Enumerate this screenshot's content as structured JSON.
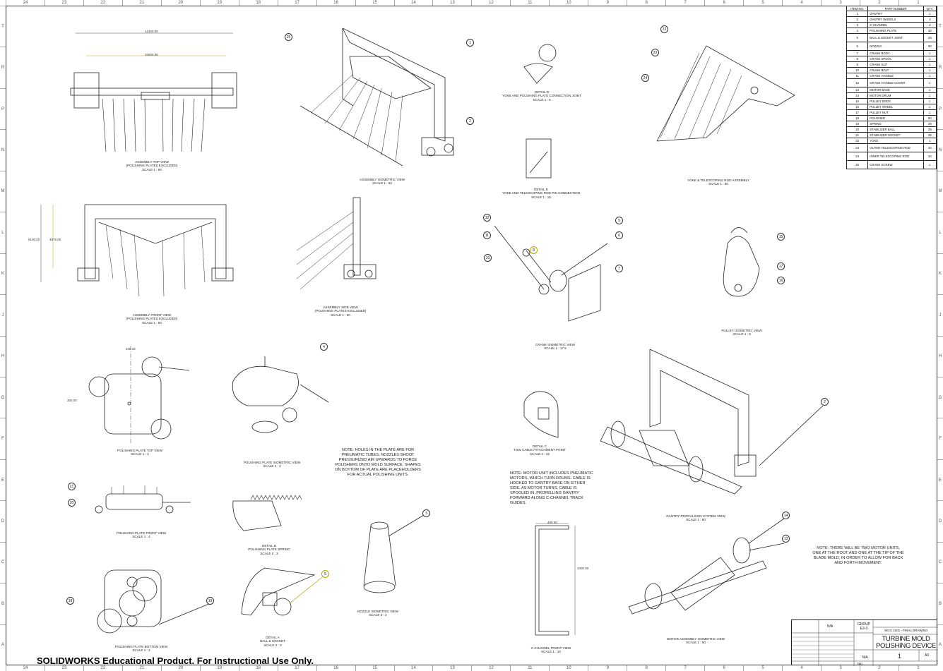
{
  "zones": {
    "columns": [
      "24",
      "23",
      "22",
      "21",
      "20",
      "19",
      "18",
      "17",
      "16",
      "15",
      "14",
      "13",
      "12",
      "11",
      "10",
      "9",
      "8",
      "7",
      "6",
      "5",
      "4",
      "3",
      "2",
      "1"
    ],
    "rows": [
      "T",
      "R",
      "P",
      "N",
      "M",
      "L",
      "K",
      "J",
      "H",
      "G",
      "F",
      "E",
      "D",
      "C",
      "B",
      "A"
    ]
  },
  "views": [
    {
      "lines": [
        "ASSEMBLY TOP VIEW",
        "(POLISHING PLATES EXCLUDED)",
        "SCALE 1 : 60"
      ]
    },
    {
      "lines": [
        "ASSEMBLY ISOMETRIC VIEW",
        "SCALE 1 : 60"
      ]
    },
    {
      "lines": [
        "DETAIL D",
        "YOKE AND POLISHING PLATE CONNECTION JOINT",
        "SCALE 1 : 5"
      ]
    },
    {
      "lines": [
        "DETAIL E",
        "YOKE AND TELESCOPING ROD PIN CONNECTION",
        "SCALE 1 : 15"
      ]
    },
    {
      "lines": [
        "YOKE & TELESCOPING ROD ASSEMBLY",
        "SCALE 1 : 50"
      ]
    },
    {
      "lines": [
        "ASSEMBLY FRONT VIEW",
        "(POLISHING PLATES EXCLUDED)",
        "SCALE 1 : 60"
      ]
    },
    {
      "lines": [
        "ASSEMBLY SIDE VIEW",
        "(POLISHING PLATES EXCLUDED)",
        "SCALE 1 : 60"
      ]
    },
    {
      "lines": [
        "CRANK ISOMETRIC VIEW",
        "SCALE 1 : 17.5"
      ]
    },
    {
      "lines": [
        "PULLEY ISOMETRIC VIEW",
        "SCALE 1 : 8"
      ]
    },
    {
      "lines": [
        "POLISHING PLATE TOP VIEW",
        "SCALE 1 : 4"
      ]
    },
    {
      "lines": [
        "POLISHING PLATE ISOMETRIC VIEW",
        "SCALE 1 : 4"
      ]
    },
    {
      "lines": [
        "DETAIL C",
        "TOW CABLE ATTACHMENT POINT",
        "SCALE 1 : 15"
      ]
    },
    {
      "lines": [
        "GANTRY PROPULSION SYSTEM VIEW",
        "SCALE 1 : 60"
      ]
    },
    {
      "lines": [
        "POLISHING PLATE FRONT VIEW",
        "SCALE 1 : 4"
      ]
    },
    {
      "lines": [
        "DETAIL B",
        "POLISHING PLATE SPRING",
        "SCALE 2 : 3"
      ]
    },
    {
      "lines": [
        "NOZZLE ISOMETRIC VIEW",
        "SCALE 3 : 2"
      ]
    },
    {
      "lines": [
        "MOTOR ASSEMBLY ISOMETRIC VIEW",
        "SCALE 1 : 60"
      ]
    },
    {
      "lines": [
        "POLISHING PLATE BOTTOM VIEW",
        "SCALE 1 : 4"
      ]
    },
    {
      "lines": [
        "DETAIL A",
        "BALL & SOCKET",
        "SCALE 2 : 3"
      ]
    },
    {
      "lines": [
        "C-CHANNEL FRONT VIEW",
        "SCALE 1 : 10"
      ]
    }
  ],
  "notes": {
    "plate": "NOTE: HOLES IN THE PLATE ARE FOR PNEUMATIC TUBES. NOZZLES SHOOT PRESSURIZED AIR UPWARDS TO FORCE POLISHERS ONTO MOLD SURFACE. SHAPES ON BOTTOM OF PLATE ARE PLACEHOLDERS FOR ACTUAL POLISHING UNITS.",
    "motor": "NOTE: MOTOR UNIT INCLUDES PNEUMATIC MOTORS, WHICH TURN DRUMS. CABLE IS HOOKED TO GANTRY BASE ON EITHER SIDE. AS MOTOR TURNS, CABLE IS SPOOLED IN, PROPELLING GANTRY FORWARD ALONG C-CHANNEL TRACK GUIDES.",
    "units": "NOTE: THERE WILL BE TWO MOTOR UNITS, ONE AT THE ROOT AND ONE AT THE TIP OF THE BLADE MOLD, IN ORDER TO ALLOW FOR BACK AND FORTH MOVEMENT."
  },
  "dimensions": {
    "top_overall": "12100.00",
    "top_inner": "10500.00",
    "front_outer": "6100.00",
    "front_inner": "4875.00",
    "plate_width": "248.42",
    "plate_height": "300.00",
    "channel_width": "400.00",
    "channel_height": "1000.00"
  },
  "balloons": [
    "25",
    "1",
    "2",
    "22",
    "23",
    "24",
    "12",
    "11",
    "10",
    "8",
    "9",
    "6",
    "7",
    "15",
    "17",
    "16",
    "4",
    "2",
    "21",
    "20",
    "5",
    "18",
    "19",
    "3",
    "14",
    "13"
  ],
  "bom": {
    "headers": [
      "ITEM NO.",
      "PART NUMBER",
      "QTY."
    ],
    "rows": [
      [
        "1",
        "GANTRY",
        "1"
      ],
      [
        "2",
        "GANTRY WHEELS",
        "4"
      ],
      [
        "3",
        "C-CHANNEL",
        "2"
      ],
      [
        "4",
        "POLISHING PLATE",
        "30"
      ],
      [
        "5",
        "BALL & SOCKET JOINT",
        "29"
      ],
      [
        "6",
        "NOZZLE",
        "90"
      ],
      [
        "7",
        "CRANK BODY",
        "1"
      ],
      [
        "8",
        "CRANK SPOOL",
        "1"
      ],
      [
        "9",
        "CRANK NUT",
        "1"
      ],
      [
        "10",
        "CRANK BOLT",
        "1"
      ],
      [
        "11",
        "CRANK HANDLE",
        "1"
      ],
      [
        "12",
        "CRANK HANDLE COVER",
        "1"
      ],
      [
        "13",
        "MOTOR BASE",
        "1"
      ],
      [
        "14",
        "MOTOR DRUM",
        "1"
      ],
      [
        "15",
        "PULLEY BODY",
        "1"
      ],
      [
        "16",
        "PULLEY WHEEL",
        "1"
      ],
      [
        "17",
        "PULLEY NUT",
        "1"
      ],
      [
        "18",
        "POLISHER",
        "90"
      ],
      [
        "19",
        "SPRING",
        "29"
      ],
      [
        "20",
        "STABILIZER BALL",
        "29"
      ],
      [
        "21",
        "STABILIZER SOCKET",
        "29"
      ],
      [
        "22",
        "YOKE",
        "1"
      ],
      [
        "23",
        "OUTER TELESCOPING ROD",
        "10"
      ],
      [
        "24",
        "INNER TELESCOPING ROD",
        "10"
      ],
      [
        "25",
        "CRANK SCREW",
        "1"
      ]
    ]
  },
  "title_block": {
    "material": "N/A",
    "group": "GROUP E3-3",
    "drawing": "MCG 2101 - FINAL DRAWING",
    "title": "TURBINE MOLD POLISHING DEVICE",
    "finish": "N/A",
    "sheet_number": "1",
    "size": "A0",
    "weight": "TBD"
  },
  "watermark": "SOLIDWORKS Educational Product. For Instructional Use Only."
}
